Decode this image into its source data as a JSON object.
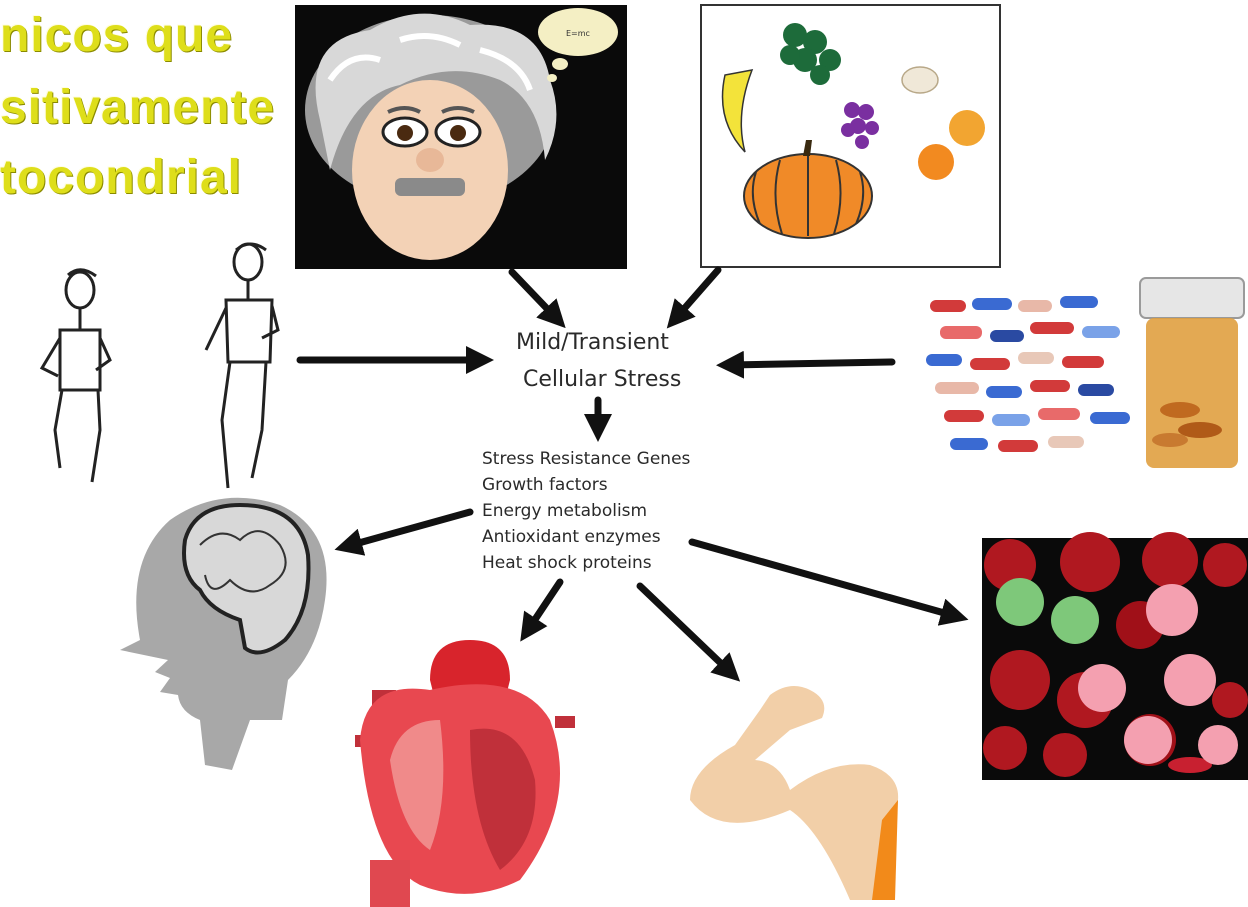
{
  "title_lines": [
    "nicos que",
    "sitivamente",
    "tocondrial"
  ],
  "center": {
    "line1": "Mild/Transient",
    "line2": "Cellular Stress"
  },
  "genes": [
    "Stress Resistance Genes",
    "Growth factors",
    "Energy metabolism",
    "Antioxidant enzymes",
    "Heat shock proteins"
  ],
  "thought_bubble_text": "E=mc"
}
